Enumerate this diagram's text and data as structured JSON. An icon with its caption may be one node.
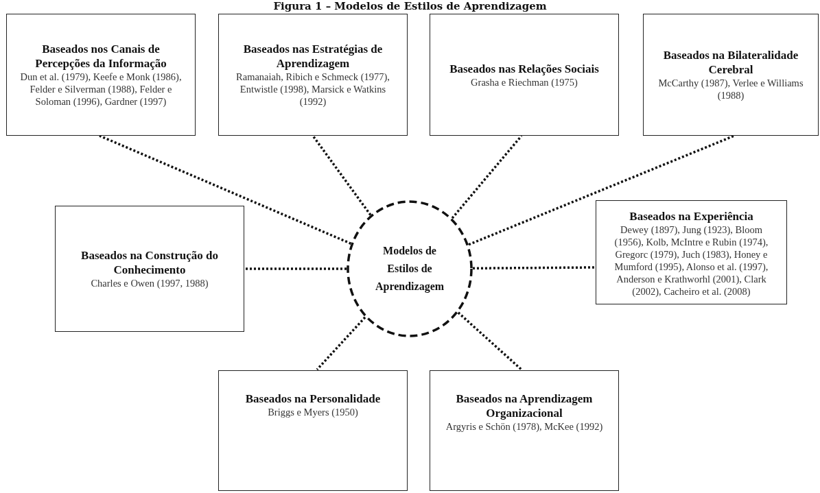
{
  "diagram": {
    "title": "Figura 1 – Modelos de Estilos de Aprendizagem",
    "nodes": [
      {
        "text": [
          "Baseados nos Canais de Percepções da Informação",
          "Dun et al. (1979), Keefe e Monk (1986), Felder e Silverman (1988), Felder e Soloman (1996), Gardner (1997)"
        ]
      },
      {
        "text": [
          "Baseados nas Estratégias de Aprendizagem",
          "Ramanaiah, Ribich e Schmeck (1977), Entwistle (1998), Marsick e Watkins (1992)"
        ]
      },
      {
        "text": [
          "Baseados nas Relações Sociais",
          "Grasha e Riechman (1975)"
        ]
      },
      {
        "text": [
          "Baseados na Bilateralidade Cerebral",
          "McCarthy (1987), Verlee e Williams (1988)"
        ]
      },
      {
        "text": [
          "Baseados na Construção do Conhecimento",
          "Charles e Owen (1997, 1988)"
        ]
      },
      {
        "text": [
          "Modelos de Estilos de Aprendizagem"
        ]
      },
      {
        "text": [
          "Baseados na Experiência",
          "Dewey (1897), Jung (1923), Bloom (1956), Kolb, McIntre e Rubin (1974), Gregorc (1979), Juch (1983), Honey e Mumford (1995), Alonso et al. (1997), Anderson e Krathworhl (2001), Clark (2002), Cacheiro et al. (2008)"
        ]
      },
      {
        "text": [
          "Baseados na Personalidade",
          "Briggs e Myers (1950)"
        ]
      },
      {
        "text": [
          "Baseados na Aprendizagem Organizacional",
          "Argyris e Schön (1978), McKee (1992)"
        ]
      }
    ],
    "edges": [
      {
        "from": 5,
        "to": 0,
        "arrow": "none"
      },
      {
        "from": 5,
        "to": 1,
        "arrow": "none"
      },
      {
        "from": 5,
        "to": 2,
        "arrow": "none"
      },
      {
        "from": 5,
        "to": 3,
        "arrow": "none"
      },
      {
        "from": 5,
        "to": 4,
        "arrow": "none"
      },
      {
        "from": 5,
        "to": 6,
        "arrow": "none"
      },
      {
        "from": 5,
        "to": 7,
        "arrow": "none"
      },
      {
        "from": 5,
        "to": 8,
        "arrow": "none"
      }
    ]
  }
}
